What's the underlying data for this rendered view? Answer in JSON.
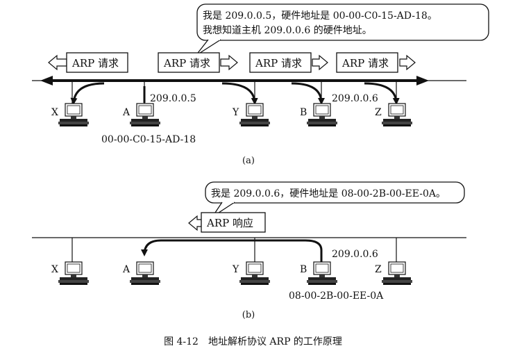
{
  "panel_a": {
    "bubble_line1": "我是 209.0.0.5，硬件地址是 00-00-C0-15-AD-18。",
    "bubble_line2": "我想知道主机 209.0.0.6 的硬件地址。",
    "arp_request_label": "ARP 请求",
    "hosts": [
      "X",
      "A",
      "Y",
      "B",
      "Z"
    ],
    "ip_a": "209.0.0.5",
    "ip_b": "209.0.0.6",
    "mac_a": "00-00-C0-15-AD-18",
    "panel_label": "(a)"
  },
  "panel_b": {
    "bubble_line1": "我是 209.0.0.6，硬件地址是 08-00-2B-00-EE-0A。",
    "arp_response_label": "ARP 响应",
    "hosts": [
      "X",
      "A",
      "Y",
      "B",
      "Z"
    ],
    "ip_b": "209.0.0.6",
    "mac_b": "08-00-2B-00-EE-0A",
    "panel_label": "(b)"
  },
  "caption": "图 4-12　地址解析协议 ARP 的工作原理"
}
